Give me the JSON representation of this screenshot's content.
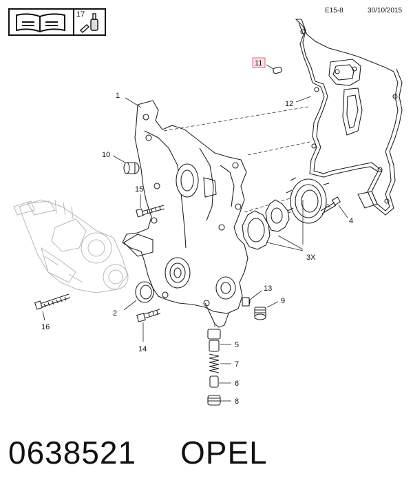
{
  "header": {
    "diagram_ref": "E15-8",
    "date": "30/10/2015",
    "tool_number": "17"
  },
  "parts": {
    "p1": "1",
    "p2": "2",
    "p3x": "3X",
    "p4": "4",
    "p5": "5",
    "p6": "6",
    "p7": "7",
    "p8": "8",
    "p9": "9",
    "p10": "10",
    "p11": "11",
    "p12": "12",
    "p13": "13",
    "p14": "14",
    "p15": "15",
    "p16": "16"
  },
  "footer": {
    "part_number": "0638521",
    "brand": "OPEL"
  },
  "colors": {
    "line": "#222222",
    "ghost": "#b8b8b8",
    "highlight": "#e06a7a"
  }
}
